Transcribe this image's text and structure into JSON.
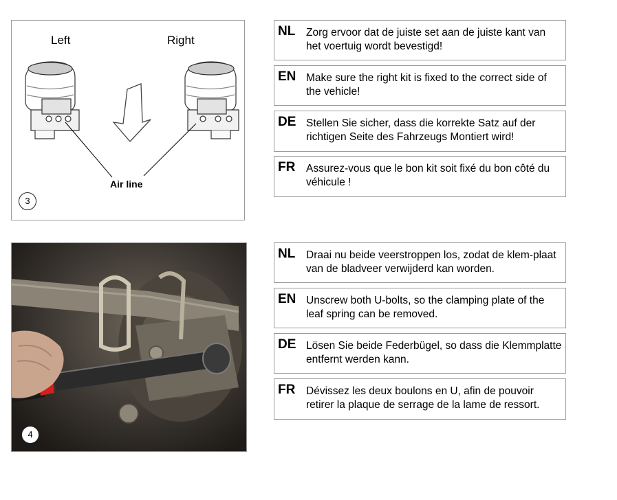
{
  "step3": {
    "label_left": "Left",
    "label_right": "Right",
    "air_line": "Air line",
    "step_number": "3",
    "instructions": [
      {
        "lang": "NL",
        "text": "Zorg ervoor dat de juiste set aan de juiste kant van het voertuig wordt bevestigd!"
      },
      {
        "lang": "EN",
        "text": "Make sure the right kit is fixed to the correct side of the vehicle!"
      },
      {
        "lang": "DE",
        "text": "Stellen Sie sicher, dass die korrekte Satz auf der richtigen Seite des Fahrzeugs Montiert wird!"
      },
      {
        "lang": "FR",
        "text": "Assurez-vous que le bon kit soit fixé du bon côté du véhicule !"
      }
    ]
  },
  "step4": {
    "step_number": "4",
    "instructions": [
      {
        "lang": "NL",
        "text": "Draai nu beide veerstroppen los, zodat de klem-plaat van de bladveer verwijderd kan worden."
      },
      {
        "lang": "EN",
        "text": "Unscrew both U-bolts, so the clamping plate of the leaf spring can be removed."
      },
      {
        "lang": "DE",
        "text": "Lösen Sie beide Federbügel, so dass die Klemmplatte entfernt werden kann."
      },
      {
        "lang": "FR",
        "text": "Dévissez les deux boulons en U, afin de pouvoir retirer la plaque de serrage de la lame de ressort."
      }
    ]
  }
}
